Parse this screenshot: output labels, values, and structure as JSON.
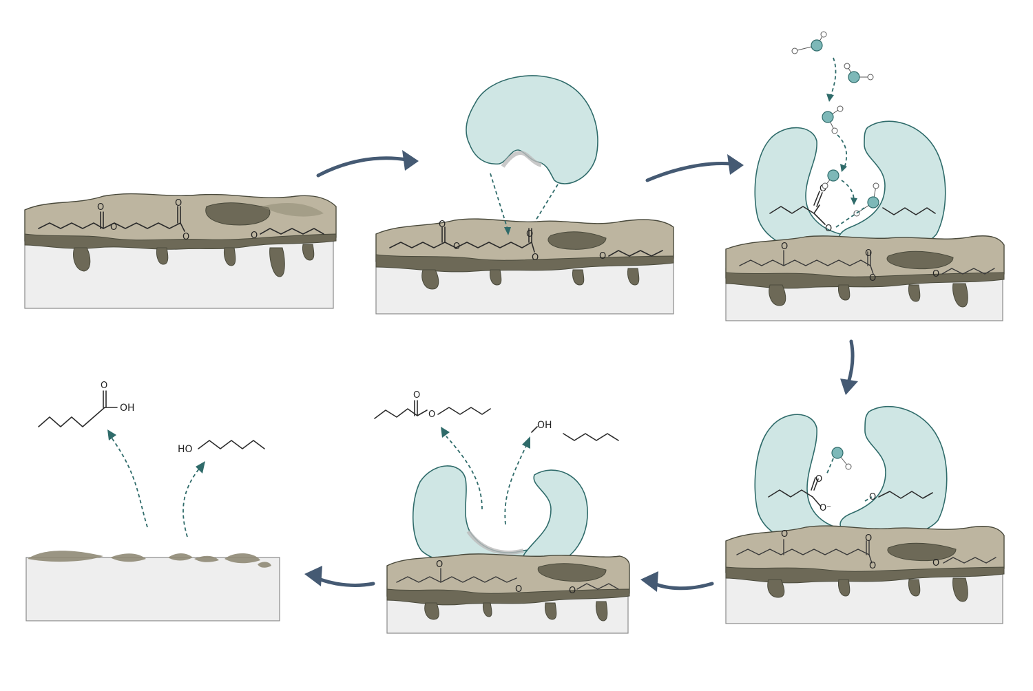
{
  "panels": [
    {
      "id": "soiled-fabric",
      "labels": [
        {
          "text": "O",
          "role": "carbonyl"
        },
        {
          "text": "O",
          "role": "ester-oxygen"
        },
        {
          "text": "O",
          "role": "aldehyde"
        }
      ]
    },
    {
      "id": "enzyme-approach",
      "labels": [
        {
          "text": "O",
          "role": "carbonyl"
        },
        {
          "text": "O",
          "role": "ester-oxygen"
        },
        {
          "text": "O",
          "role": "aldehyde"
        }
      ]
    },
    {
      "id": "enzyme-binding-water-attack",
      "labels": [
        {
          "text": "O",
          "role": "carbonyl"
        },
        {
          "text": "O",
          "role": "ester-oxygen"
        },
        {
          "text": "O",
          "role": "soil-carbonyl"
        },
        {
          "text": "O",
          "role": "soil-carbonyl-2"
        },
        {
          "text": "O",
          "role": "soil-ester-oxygen"
        },
        {
          "text": "O",
          "role": "aldehyde"
        }
      ]
    },
    {
      "id": "ester-cleavage",
      "labels": [
        {
          "text": "O",
          "role": "carbonyl"
        },
        {
          "text": "O⁻",
          "role": "carboxylate"
        },
        {
          "text": "O",
          "role": "alkoxide"
        },
        {
          "text": "O",
          "role": "soil-carbonyl"
        },
        {
          "text": "O",
          "role": "soil-carbonyl-2"
        },
        {
          "text": "O",
          "role": "soil-ester-oxygen"
        },
        {
          "text": "O",
          "role": "aldehyde"
        }
      ]
    },
    {
      "id": "product-release",
      "labels": [
        {
          "text": "O",
          "role": "ester-carbonyl"
        },
        {
          "text": "O",
          "role": "ester-oxygen"
        },
        {
          "text": "OH",
          "role": "released-alcohol"
        },
        {
          "text": "O",
          "role": "soil-carbonyl"
        },
        {
          "text": "O",
          "role": "soil-ester-oxygen"
        },
        {
          "text": "O",
          "role": "aldehyde"
        }
      ]
    },
    {
      "id": "clean-fabric",
      "labels": [
        {
          "text": "O",
          "role": "acid-carbonyl"
        },
        {
          "text": "OH",
          "role": "acid-hydroxyl"
        },
        {
          "text": "HO",
          "role": "alcohol-hydroxyl"
        }
      ]
    }
  ],
  "colors": {
    "enzyme_fill": "#cfe6e4",
    "enzyme_stroke": "#2f6b6a",
    "soil_fill": "#bdb5a0",
    "soil_dark": "#6d6957",
    "fabric": "#eeeeee",
    "flow_arrow": "#455a73",
    "dashed_arrow": "#2f6b6a"
  },
  "icons": [
    "curved-flow-arrow",
    "dashed-motion-arrow",
    "water-molecule",
    "enzyme-blob",
    "fabric-block",
    "soil-layer"
  ]
}
